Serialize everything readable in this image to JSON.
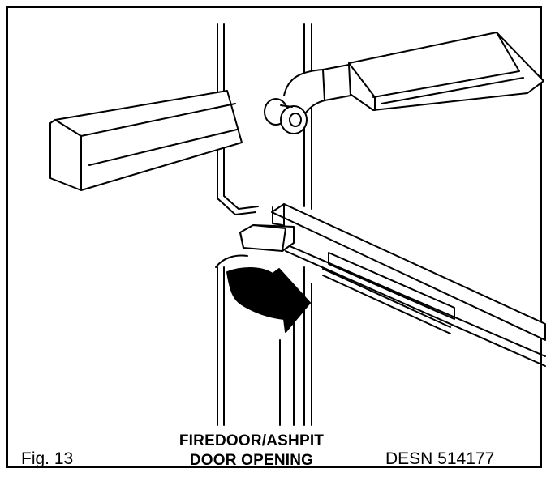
{
  "figure": {
    "fig_label": "Fig. 13",
    "title_line1": "FIREDOOR/ASHPIT",
    "title_line2": "DOOR OPENING",
    "drawing_ref": "DESN 514177"
  },
  "colors": {
    "ink": "#000000",
    "paper": "#ffffff"
  }
}
